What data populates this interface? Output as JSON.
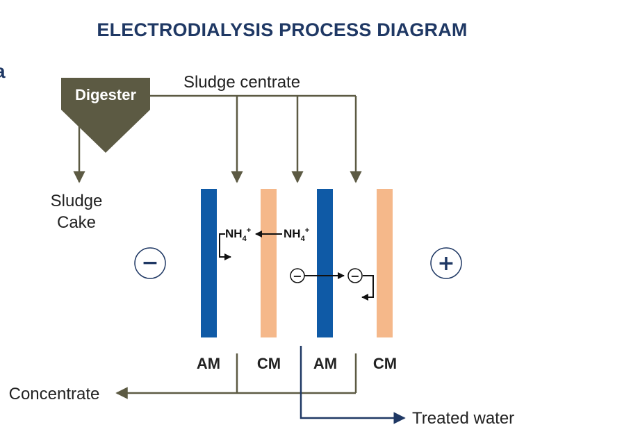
{
  "title": "ELECTRODIALYSIS PROCESS DIAGRAM",
  "edge_fragment": "a",
  "digester": {
    "label": "Digester"
  },
  "labels": {
    "sludge_centrate": "Sludge centrate",
    "sludge_cake_line1": "Sludge",
    "sludge_cake_line2": "Cake",
    "concentrate": "Concentrate",
    "treated_water": "Treated water"
  },
  "ions": {
    "left_ion": "NH",
    "left_sub": "4",
    "left_sup": "+",
    "right_ion": "NH",
    "right_sub": "4",
    "right_sup": "+"
  },
  "electrodes": {
    "negative": "−",
    "positive": "+"
  },
  "anion_symbol": "−",
  "membranes": [
    {
      "label": "AM",
      "type": "anion",
      "color": "#0f5aa6"
    },
    {
      "label": "CM",
      "type": "cation",
      "color": "#f5b88a"
    },
    {
      "label": "AM",
      "type": "anion",
      "color": "#0f5aa6"
    },
    {
      "label": "CM",
      "type": "cation",
      "color": "#f5b88a"
    }
  ],
  "colors": {
    "title": "#1f3864",
    "flow_olive": "#5c5a43",
    "treated_navy": "#1f3864",
    "anion_membrane": "#0f5aa6",
    "cation_membrane": "#f5b88a"
  }
}
